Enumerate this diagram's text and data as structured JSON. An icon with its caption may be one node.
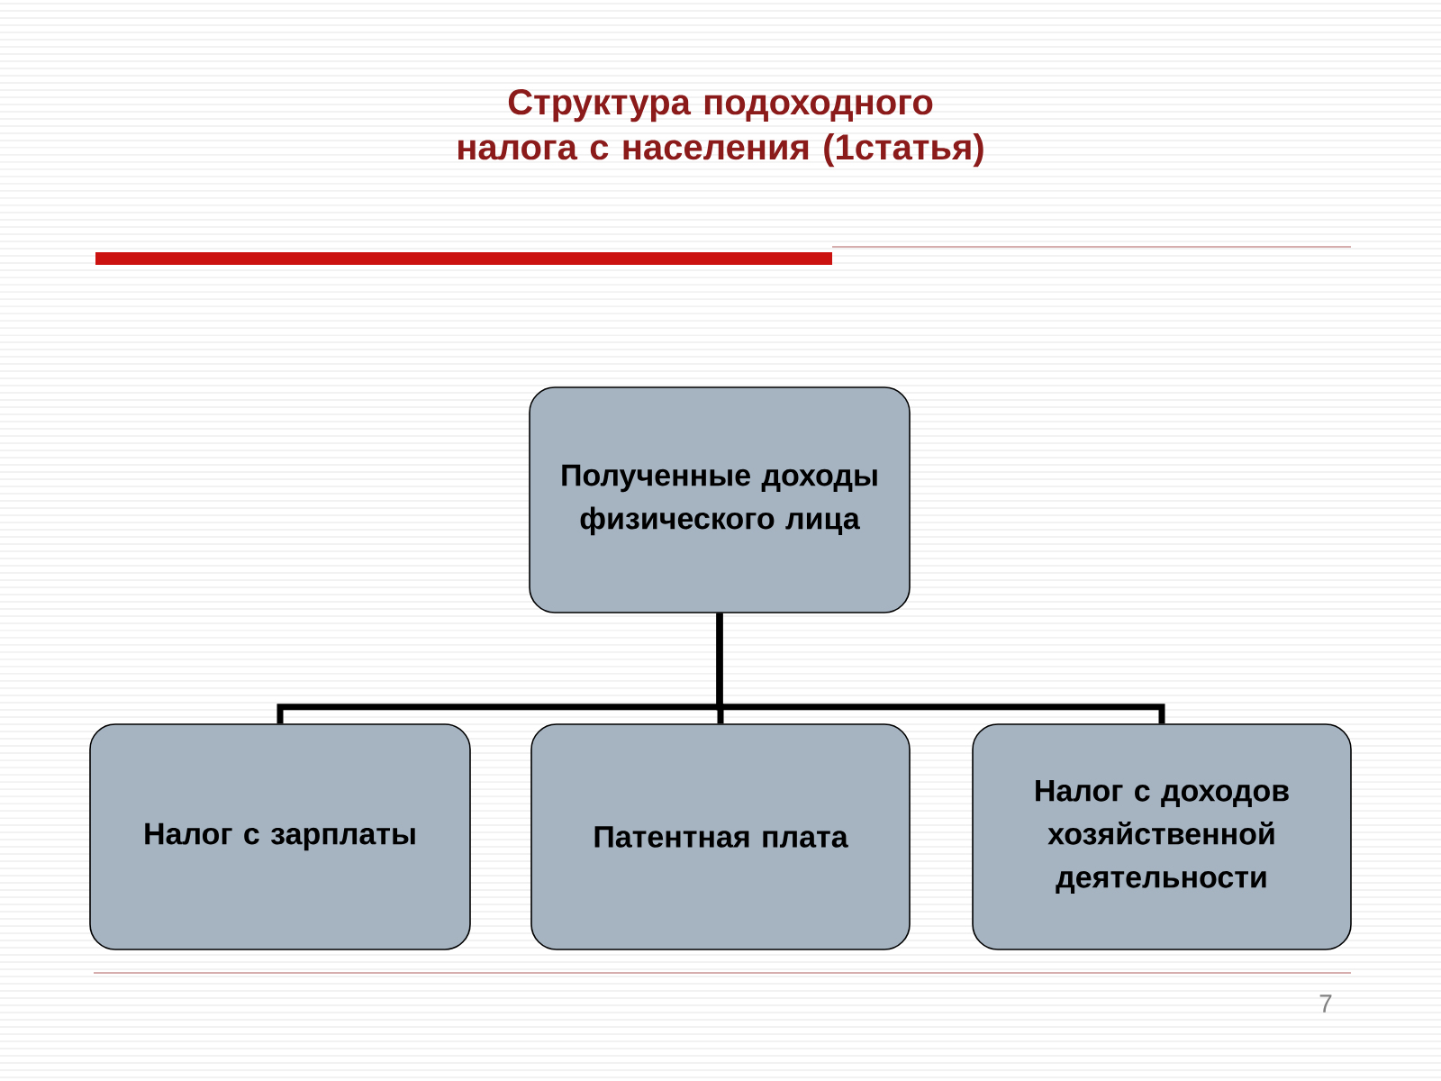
{
  "diagram": {
    "title": "Структура подоходного налога с населения (1статья)",
    "nodes": [
      {
        "text": [
          "Полученные доходы физического лица"
        ]
      },
      {
        "text": [
          "Налог с зарплаты"
        ]
      },
      {
        "text": [
          "Патентная плата"
        ]
      },
      {
        "text": [
          "Налог с доходов хозяйственной деятельности"
        ]
      }
    ],
    "edges": [
      {
        "from": 0,
        "to": 1,
        "arrow": "none"
      },
      {
        "from": 0,
        "to": 2,
        "arrow": "none"
      },
      {
        "from": 0,
        "to": 3,
        "arrow": "none"
      }
    ],
    "labels": [
      "7"
    ]
  }
}
